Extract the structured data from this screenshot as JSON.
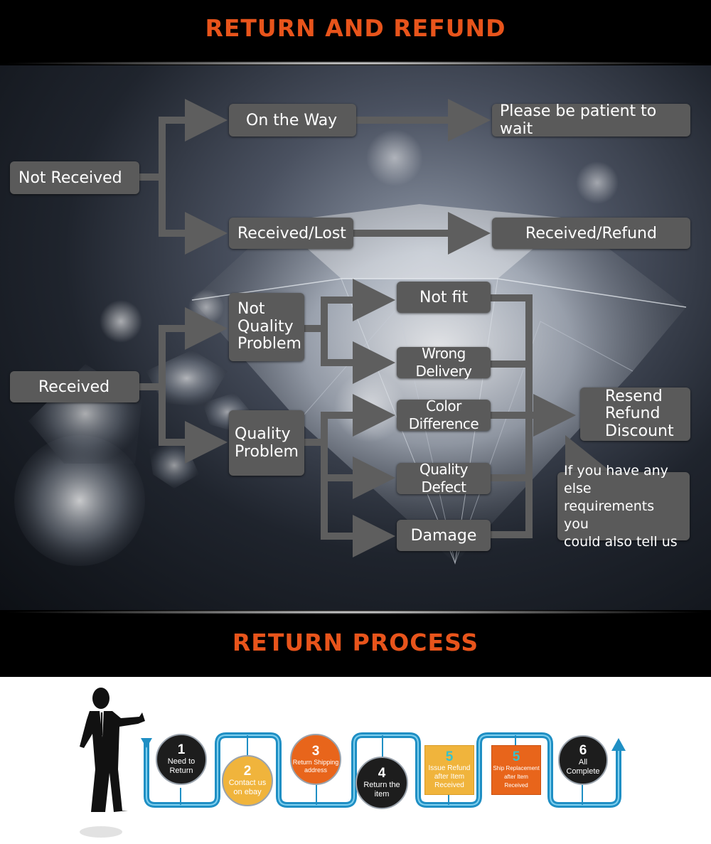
{
  "header": {
    "title": "RETURN AND REFUND"
  },
  "diagram": {
    "nodes": {
      "not_received": "Not Received",
      "on_the_way": "On the Way",
      "please_wait": "Please be patient to wait",
      "received_lost": "Received/Lost",
      "received_refund": "Received/Refund",
      "received": "Received",
      "not_quality_problem": "Not\nQuality\nProblem",
      "quality_problem": "Quality\nProblem",
      "not_fit": "Not fit",
      "wrong_delivery": "Wrong Delivery",
      "color_difference": "Color Difference",
      "quality_defect": "Quality Defect",
      "damage": "Damage",
      "resend_refund_discount": "Resend\nRefund\nDiscount",
      "note": "If you have any else\nrequirements you\ncould also tell us"
    }
  },
  "section2": {
    "title": "RETURN PROCESS"
  },
  "process": {
    "steps": [
      {
        "num": "1",
        "label": "Need to\nReturn",
        "color": "#1d1d1d"
      },
      {
        "num": "2",
        "label": "Contact us\non ebay",
        "color": "#f0b43c"
      },
      {
        "num": "3",
        "label": "Return Shipping\naddress",
        "color": "#e8651b"
      },
      {
        "num": "4",
        "label": "Return the\nitem",
        "color": "#1d1d1d"
      },
      {
        "num": "5",
        "label": "Issue Refund\nafter Item\nReceived",
        "color": "#f0b43c"
      },
      {
        "num": "5",
        "label": "Ship Replacement\nafter Item\nReceived",
        "color": "#e8651b"
      },
      {
        "num": "6",
        "label": "All\nComplete",
        "color": "#1d1d1d"
      }
    ],
    "track_color": "#1f8fc4"
  }
}
